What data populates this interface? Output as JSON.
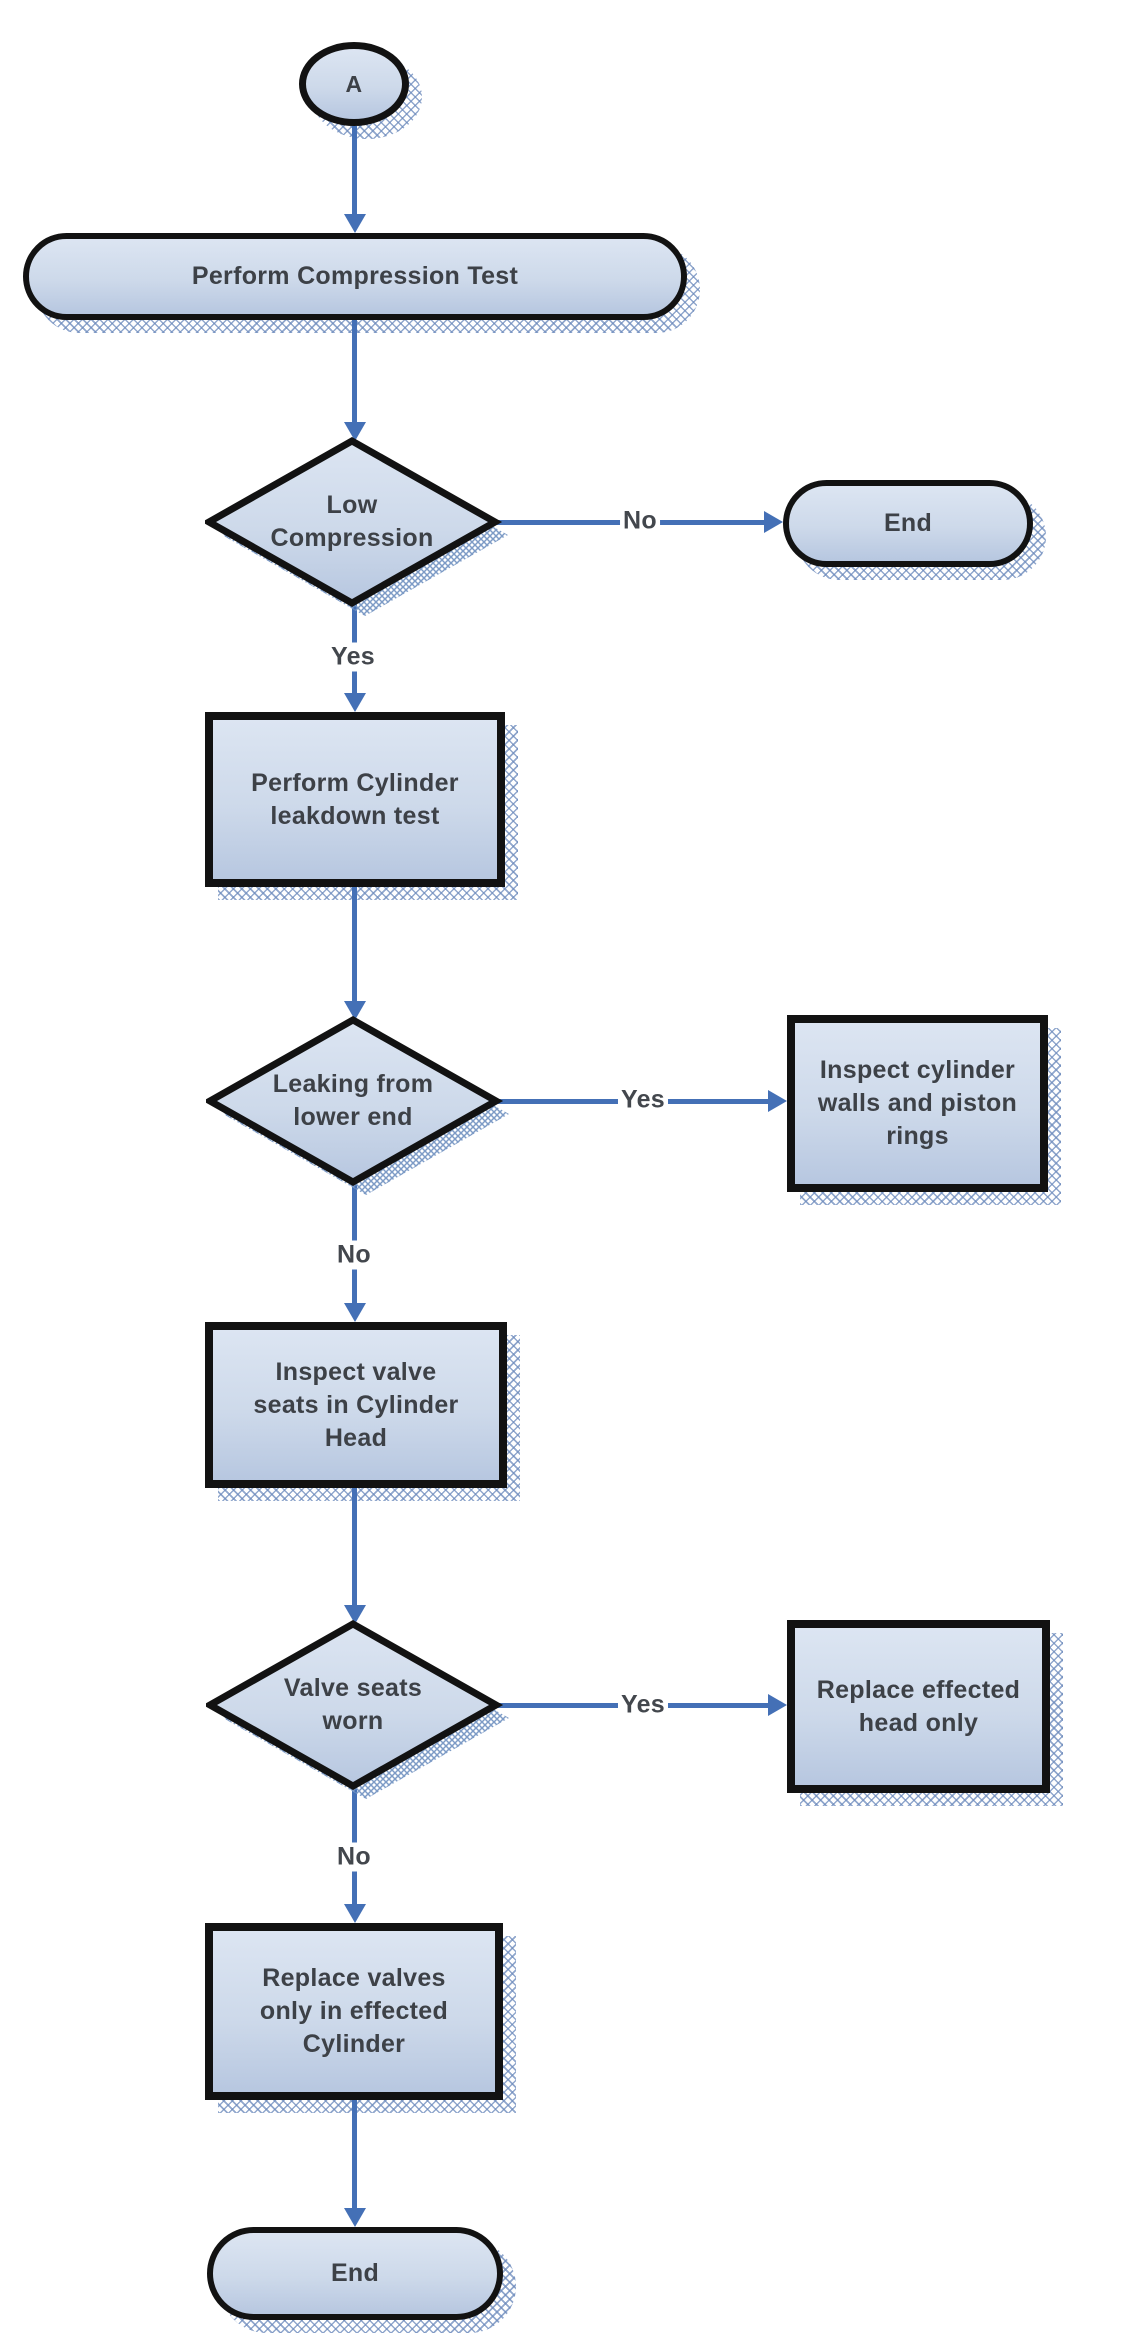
{
  "flowchart": {
    "nodes": {
      "connector_a": {
        "type": "connector",
        "label": "A"
      },
      "perform_compression_test": {
        "type": "terminator",
        "label": "Perform Compression Test"
      },
      "low_compression": {
        "type": "decision",
        "label": "Low\nCompression"
      },
      "end_right": {
        "type": "terminator",
        "label": "End"
      },
      "perform_cylinder_leakdown_test": {
        "type": "process",
        "label": "Perform Cylinder\nleakdown test"
      },
      "leaking_from_lower_end": {
        "type": "decision",
        "label": "Leaking from\nlower end"
      },
      "inspect_cylinder_walls": {
        "type": "process",
        "label": "Inspect cylinder\nwalls and piston\nrings"
      },
      "inspect_valve_seats": {
        "type": "process",
        "label": "Inspect valve\nseats in Cylinder\nHead"
      },
      "valve_seats_worn": {
        "type": "decision",
        "label": "Valve seats\nworn"
      },
      "replace_effected_head": {
        "type": "process",
        "label": "Replace effected\nhead only"
      },
      "replace_valves": {
        "type": "process",
        "label": "Replace valves\nonly in effected\nCylinder"
      },
      "end_bottom": {
        "type": "terminator",
        "label": "End"
      }
    },
    "edges": {
      "low_compression_no": "No",
      "low_compression_yes": "Yes",
      "leaking_yes": "Yes",
      "leaking_no": "No",
      "valve_seats_yes": "Yes",
      "valve_seats_no": "No"
    },
    "colors": {
      "shape_border": "#121212",
      "arrow": "#4470b6",
      "label_text": "#3d4147",
      "fill_top": "#dce5f2",
      "fill_bottom": "#b7c7e0"
    }
  }
}
